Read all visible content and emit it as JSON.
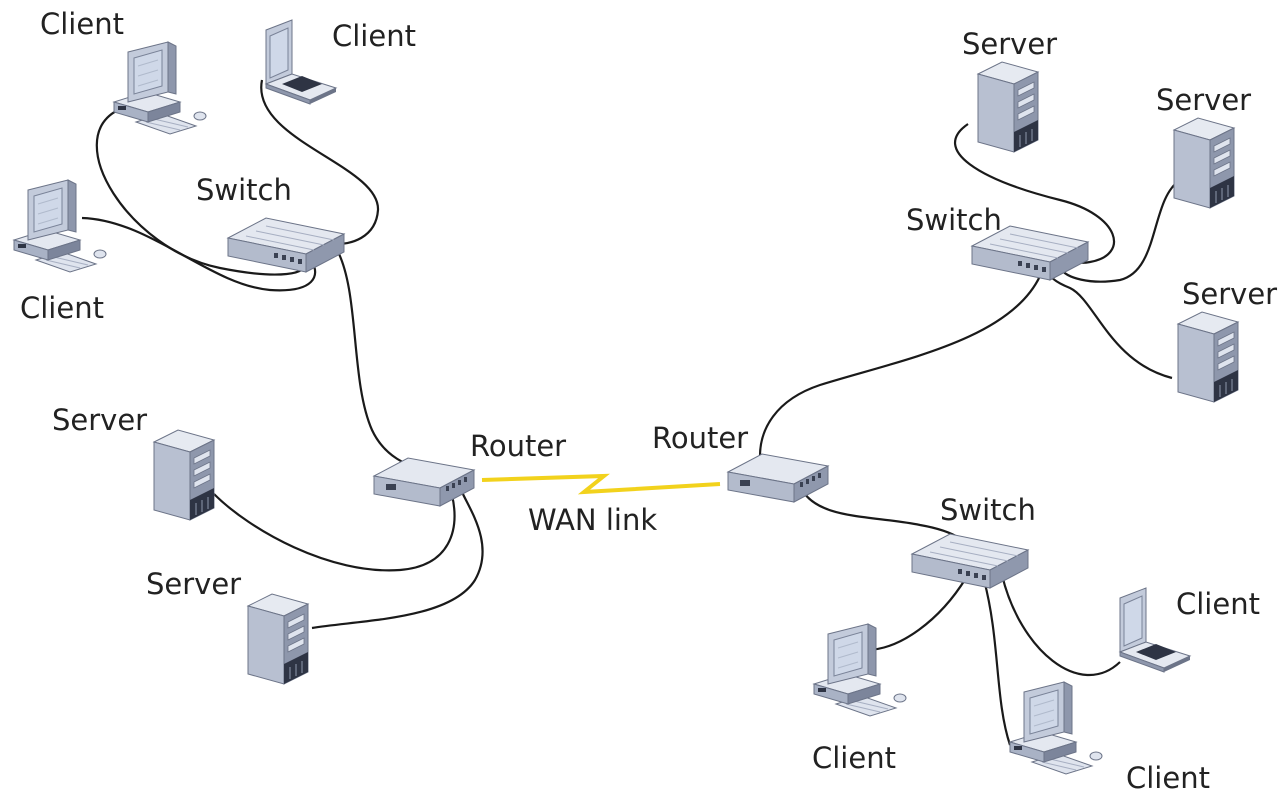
{
  "labels": {
    "client": "Client",
    "server": "Server",
    "switch": "Switch",
    "router": "Router",
    "wan_link": "WAN link"
  },
  "colors": {
    "cable": "#1a1a1a",
    "wan": "#f2d21c",
    "device_light": "#dde2ec",
    "device_mid": "#a9b2c5",
    "device_dark": "#4a5266",
    "screen": "#c9d3e3"
  }
}
